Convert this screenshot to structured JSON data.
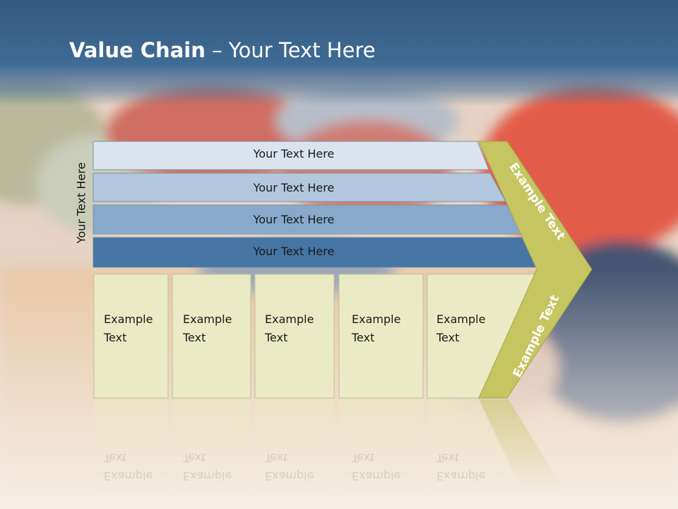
{
  "slide": {
    "title_bold": "Value Chain",
    "title_rest": " – Your Text Here",
    "side_label": "Your Text Here"
  },
  "rows": [
    {
      "label": "Your Text Here",
      "color": "#dbe4ee"
    },
    {
      "label": "Your Text Here",
      "color": "#b3c8de"
    },
    {
      "label": "Your Text Here",
      "color": "#88a9cb"
    },
    {
      "label": "Your Text Here",
      "color": "#4675a4"
    }
  ],
  "cells": [
    {
      "line1": "Example",
      "line2": "Text"
    },
    {
      "line1": "Example",
      "line2": "Text"
    },
    {
      "line1": "Example",
      "line2": "Text"
    },
    {
      "line1": "Example",
      "line2": "Text"
    },
    {
      "line1": "Example",
      "line2": "Text"
    }
  ],
  "arrow": {
    "upper_label": "Example Text",
    "lower_label": "Example Text",
    "color": "#c5c561"
  },
  "colors": {
    "cell_fill": "#eaebc4",
    "header": "#3a6790"
  }
}
